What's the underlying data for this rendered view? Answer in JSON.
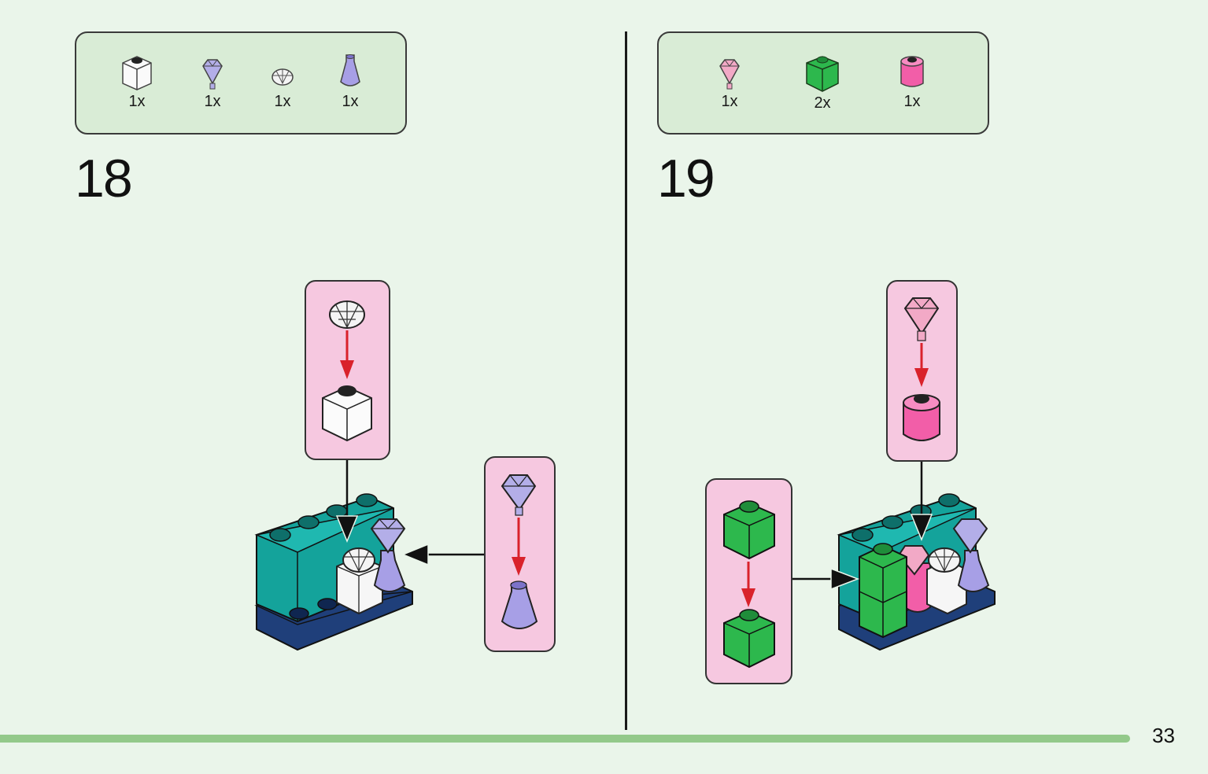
{
  "page": {
    "number": "33",
    "colors": {
      "background": "#eaf5ea",
      "parts_box": "#d9ecd6",
      "callout": "#f6c8e0",
      "progress": "#93c98a",
      "arrow_red": "#d9222b"
    }
  },
  "steps": [
    {
      "number": "18",
      "parts": [
        {
          "name": "transparent-clear-brick-1x1",
          "qty": "1x",
          "color": "#f4f4f4"
        },
        {
          "name": "trans-lavender-diamond",
          "qty": "1x",
          "color": "#b3aee8"
        },
        {
          "name": "trans-clear-round-jewel",
          "qty": "1x",
          "color": "#f0f0f0"
        },
        {
          "name": "trans-lavender-cone",
          "qty": "1x",
          "color": "#a79fe6"
        }
      ]
    },
    {
      "number": "19",
      "parts": [
        {
          "name": "trans-pink-diamond",
          "qty": "1x",
          "color": "#f2a9c6"
        },
        {
          "name": "green-brick-1x1",
          "qty": "2x",
          "color": "#2db84d"
        },
        {
          "name": "trans-pink-round-brick",
          "qty": "1x",
          "color": "#f25ea8"
        }
      ]
    }
  ]
}
